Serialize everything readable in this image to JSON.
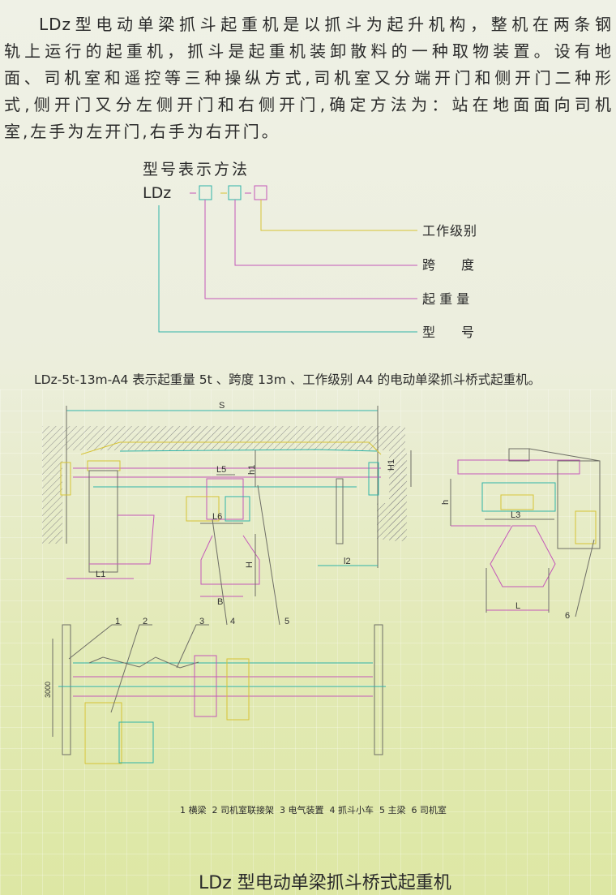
{
  "intro": {
    "lines": [
      "LDz型电动单梁抓斗起重机是以抓斗为起升机构，整机在两条钢",
      "轨上运行的起重机，抓斗是起重机装卸散料的一种取物装置。设有地",
      "面、司机室和遥控等三种操纵方式,司机室又分端开门和侧开门二种形",
      "式,侧开门又分左侧开门和右侧开门,确定方法为：站在地面面向司机",
      "室,左手为左开门,右手为右开门。"
    ]
  },
  "model_notation": {
    "title": "型号表示方法",
    "prefix": "LDz",
    "labels": [
      "工作级别",
      "跨　　度",
      "起 重 量",
      "型　　号"
    ],
    "example": "LDz-5t-13m-A4 表示起重量 5t 、跨度 13m 、工作级别 A4 的电动单梁抓斗桥式起重机。"
  },
  "drawing": {
    "dimensions": {
      "S": "S",
      "H1": "H1",
      "h1": "h1",
      "L5": "L5",
      "L6": "L6",
      "L1": "L1",
      "H": "H",
      "B": "B",
      "l2": "l2",
      "h": "h",
      "L3": "L3",
      "L": "L",
      "d3000": "3000"
    },
    "callouts": [
      "1",
      "2",
      "3",
      "4",
      "5",
      "6"
    ],
    "legend": "1 横梁  2 司机室联接架  3 电气装置  4 抓斗小车  5 主梁  6 司机室"
  },
  "caption": "LDz 型电动单梁抓斗桥式起重机",
  "colors": {
    "cyan": "#2fb3a8",
    "magenta": "#c457b8",
    "yellow": "#d6c335",
    "gray": "#6e6e66"
  }
}
